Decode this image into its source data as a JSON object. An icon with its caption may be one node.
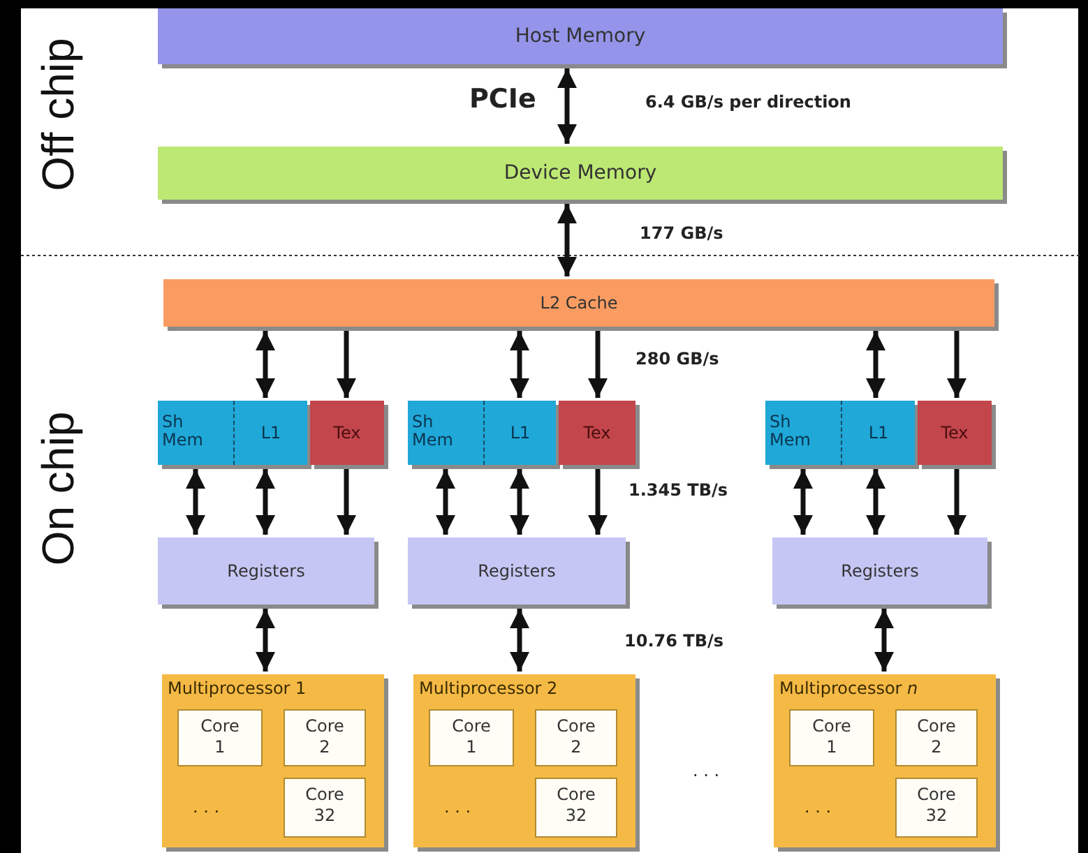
{
  "diagram": {
    "nodes": [
      {
        "text": [
          "Host Memory"
        ]
      },
      {
        "text": [
          "Device Memory"
        ]
      },
      {
        "text": [
          "L2 Cache"
        ]
      },
      {
        "text": [
          "Sh Mem"
        ]
      },
      {
        "text": [
          "L1"
        ]
      },
      {
        "text": [
          "Tex"
        ]
      },
      {
        "text": [
          "Sh Mem"
        ]
      },
      {
        "text": [
          "L1"
        ]
      },
      {
        "text": [
          "Tex"
        ]
      },
      {
        "text": [
          "Sh Mem"
        ]
      },
      {
        "text": [
          "L1"
        ]
      },
      {
        "text": [
          "Tex"
        ]
      },
      {
        "text": [
          "Registers"
        ]
      },
      {
        "text": [
          "Registers"
        ]
      },
      {
        "text": [
          "Registers"
        ]
      },
      {
        "text": [
          "Multiprocessor 1",
          ". . ."
        ]
      },
      {
        "text": [
          "Core 1"
        ],
        "in": 15
      },
      {
        "text": [
          "Core 2"
        ],
        "in": 15
      },
      {
        "text": [
          "Core 32"
        ],
        "in": 15
      },
      {
        "text": [
          "Multiprocessor 2",
          ". . ."
        ]
      },
      {
        "text": [
          "Core 1"
        ],
        "in": 19
      },
      {
        "text": [
          "Core 2"
        ],
        "in": 19
      },
      {
        "text": [
          "Core 32"
        ],
        "in": 19
      },
      {
        "text": [
          "Multiprocessor *n*",
          ". . ."
        ]
      },
      {
        "text": [
          "Core 1"
        ],
        "in": 23
      },
      {
        "text": [
          "Core 2"
        ],
        "in": 23
      },
      {
        "text": [
          "Core 32"
        ],
        "in": 23
      }
    ],
    "edges": [
      {
        "from": 0,
        "to": 1,
        "arrow": "both",
        "label": "PCIe"
      },
      {
        "from": 1,
        "to": 2,
        "arrow": "both"
      },
      {
        "from": 2,
        "to": 4,
        "arrow": "both"
      },
      {
        "from": 2,
        "to": 5,
        "arrow": "to"
      },
      {
        "from": 2,
        "to": 7,
        "arrow": "both"
      },
      {
        "from": 2,
        "to": 8,
        "arrow": "to"
      },
      {
        "from": 2,
        "to": 10,
        "arrow": "both"
      },
      {
        "from": 2,
        "to": 11,
        "arrow": "to"
      },
      {
        "from": 3,
        "to": 12,
        "arrow": "both"
      },
      {
        "from": 4,
        "to": 12,
        "arrow": "both"
      },
      {
        "from": 5,
        "to": 12,
        "arrow": "to"
      },
      {
        "from": 6,
        "to": 13,
        "arrow": "both"
      },
      {
        "from": 7,
        "to": 13,
        "arrow": "both"
      },
      {
        "from": 8,
        "to": 13,
        "arrow": "to"
      },
      {
        "from": 9,
        "to": 14,
        "arrow": "both"
      },
      {
        "from": 10,
        "to": 14,
        "arrow": "both"
      },
      {
        "from": 11,
        "to": 14,
        "arrow": "to"
      },
      {
        "from": 12,
        "to": 15,
        "arrow": "both"
      },
      {
        "from": 13,
        "to": 19,
        "arrow": "both"
      },
      {
        "from": 14,
        "to": 23,
        "arrow": "both"
      }
    ],
    "labels": [
      "Off chip",
      "6.4 GB/s per direction",
      "177 GB/s",
      "280 GB/s",
      "On chip",
      "1.345 TB/s",
      "10.76 TB/s",
      ". . ."
    ]
  }
}
